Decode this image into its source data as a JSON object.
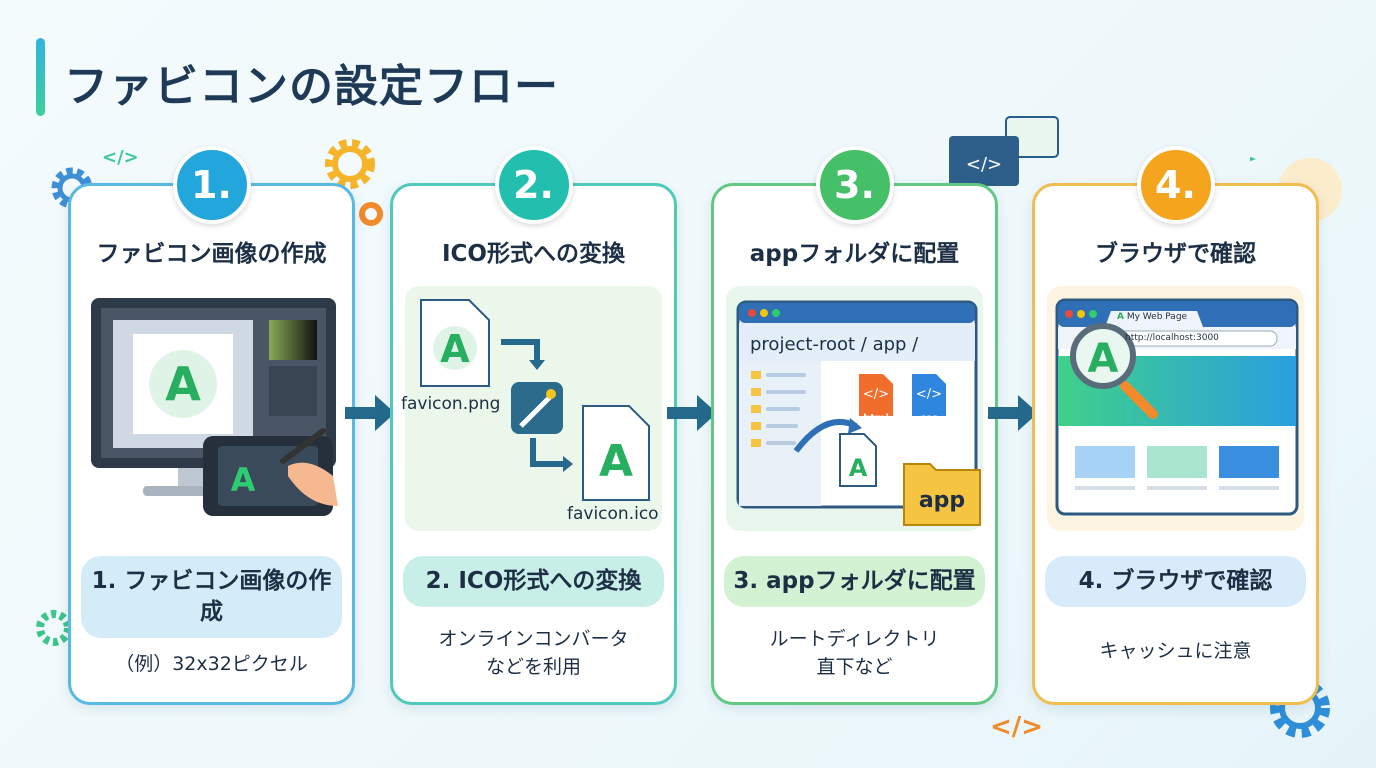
{
  "title": "ファビコンの設定フロー",
  "steps": [
    {
      "number": "1.",
      "title": "ファビコン画像の作成",
      "pill": "1. ファビコン画像の作成",
      "description": "（例）32x32ピクセル",
      "color": "#23a6dc",
      "border": "#58b9e2",
      "pill_bg": "#d4ebf8"
    },
    {
      "number": "2.",
      "title": "ICO形式への変換",
      "pill": "2. ICO形式への変換",
      "description": "オンラインコンバータ\nなどを利用",
      "color": "#22bfae",
      "border": "#4ec9bb",
      "pill_bg": "#c8efe7",
      "file_in": "favicon.png",
      "file_out": "favicon.ico"
    },
    {
      "number": "3.",
      "title": "appフォルダに配置",
      "pill": "3. appフォルダに配置",
      "description": "ルートディレクトリ\n直下など",
      "color": "#45c068",
      "border": "#62c884",
      "pill_bg": "#d2f2d3",
      "path": "project-root / app /",
      "html_label": "html",
      "css_label": "css",
      "folder_label": "app"
    },
    {
      "number": "4.",
      "title": "ブラウザで確認",
      "pill": "4. ブラウザで確認",
      "description": "キャッシュに注意",
      "color": "#f5a41d",
      "border": "#f2bd4f",
      "pill_bg": "#d8ebfa",
      "tab_label": "My Web Page",
      "url": "http://localhost:3000"
    }
  ],
  "icons": {
    "favicon_letter": "A",
    "code": "</>"
  }
}
